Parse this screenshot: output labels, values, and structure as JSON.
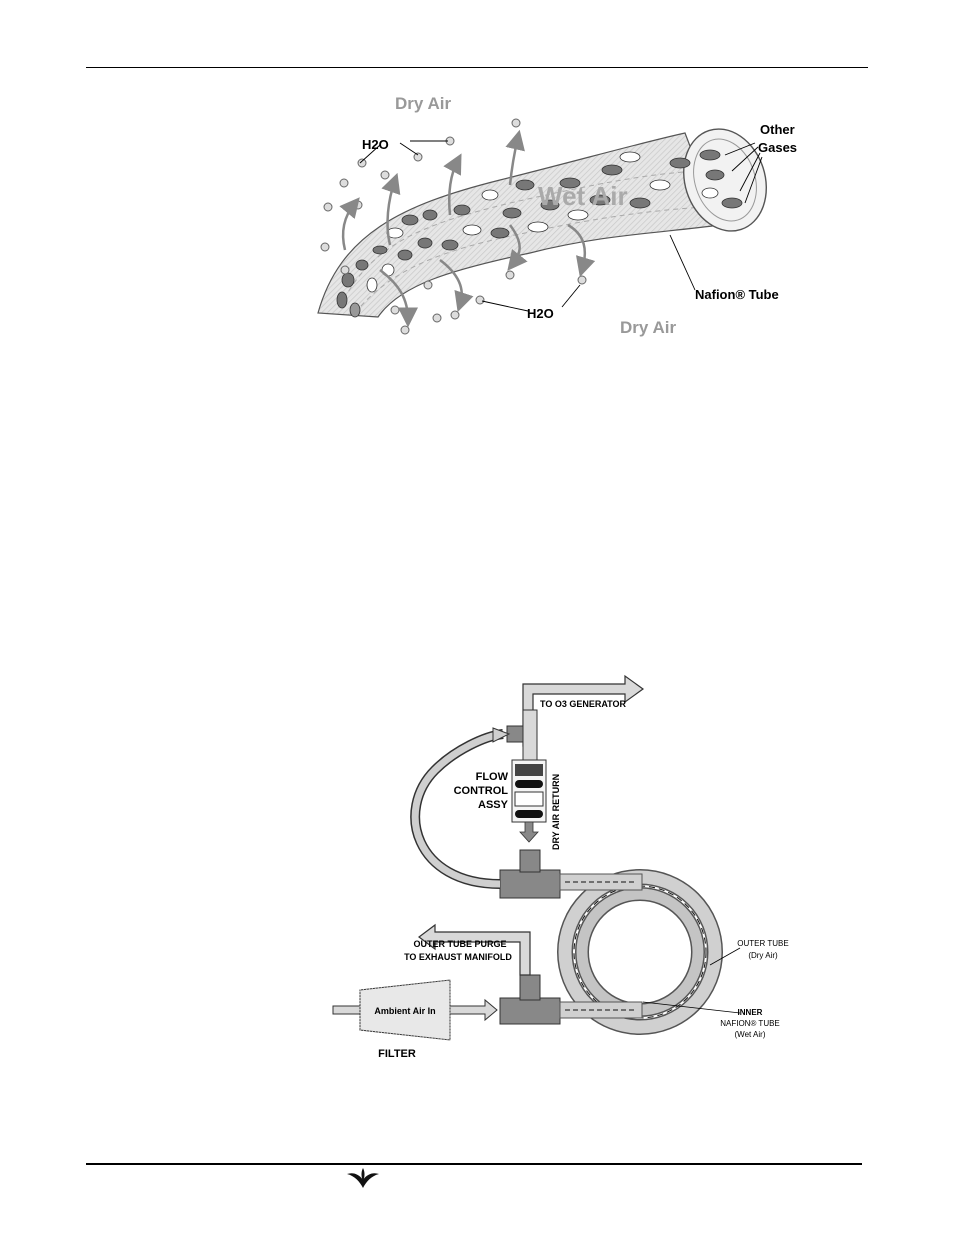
{
  "figure1": {
    "dry_air_top": "Dry Air",
    "dry_air_bottom": "Dry Air",
    "wet_air": "Wet Air",
    "h2o_top": "H2O",
    "h2o_bottom": "H2O",
    "other_gases_line1": "Other",
    "other_gases_line2": "Gases",
    "nafion_tube": "Nafion® Tube"
  },
  "figure2": {
    "to_o3_generator": "TO O3 GENERATOR",
    "flow_control_line1": "FLOW",
    "flow_control_line2": "CONTROL",
    "flow_control_line3": "ASSY",
    "dry_air_return": "DRY AIR RETURN",
    "outer_tube_purge_line1": "OUTER TUBE PURGE",
    "outer_tube_purge_line2": "TO EXHAUST MANIFOLD",
    "outer_tube_line1": "OUTER TUBE",
    "outer_tube_line2": "(Dry Air)",
    "inner_tube_line1": "INNER",
    "inner_tube_line2": "NAFION® TUBE",
    "inner_tube_line3": "(Wet Air)",
    "ambient_air_in": "Ambient Air In",
    "filter": "FILTER"
  },
  "footer": {
    "logo_icon": "teledyne-logo-icon"
  }
}
